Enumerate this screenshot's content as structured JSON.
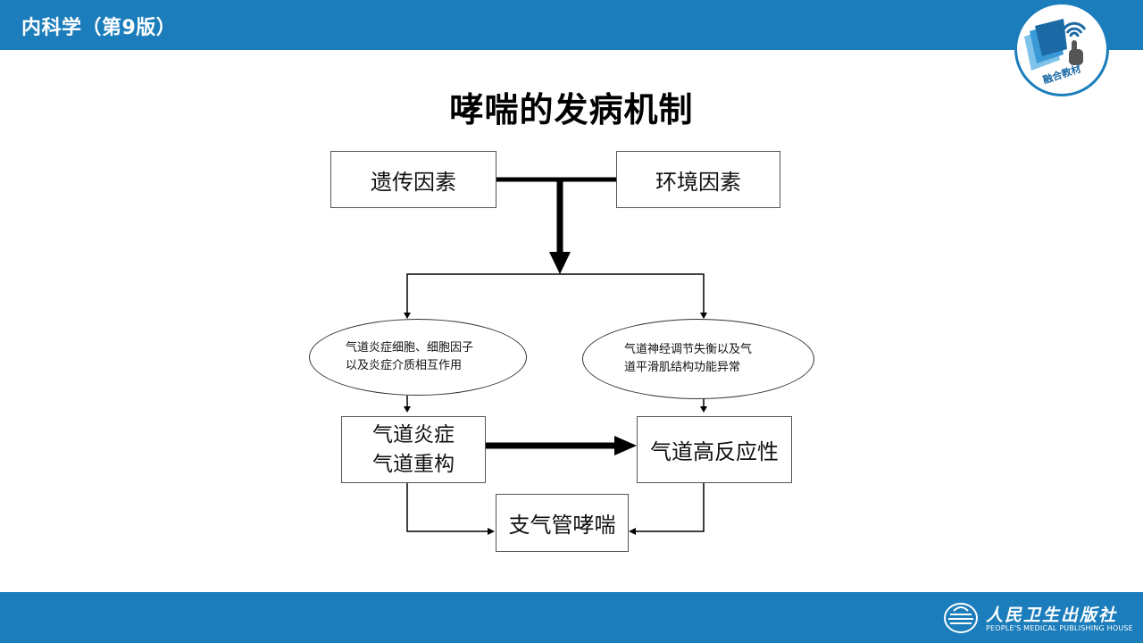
{
  "header": {
    "book_title": "内科学（第9版）",
    "badge_label": "融合教材"
  },
  "slide": {
    "title": "哮喘的发病机制"
  },
  "diagram": {
    "genetic": "遗传因素",
    "environment": "环境因素",
    "left_ellipse": [
      "气道炎症细胞、细胞因子",
      "以及炎症介质相互作用"
    ],
    "right_ellipse": [
      "气道神经调节失衡以及气",
      "道平滑肌结构功能异常"
    ],
    "inflammation": [
      "气道炎症",
      "气道重构"
    ],
    "hyperresponsiveness": "气道高反应性",
    "asthma": "支气管哮喘"
  },
  "footer": {
    "publisher_cn": "人民卫生出版社",
    "publisher_en": "PEOPLE'S MEDICAL PUBLISHING HOUSE"
  },
  "colors": {
    "brand_blue": "#1b7dbb"
  }
}
